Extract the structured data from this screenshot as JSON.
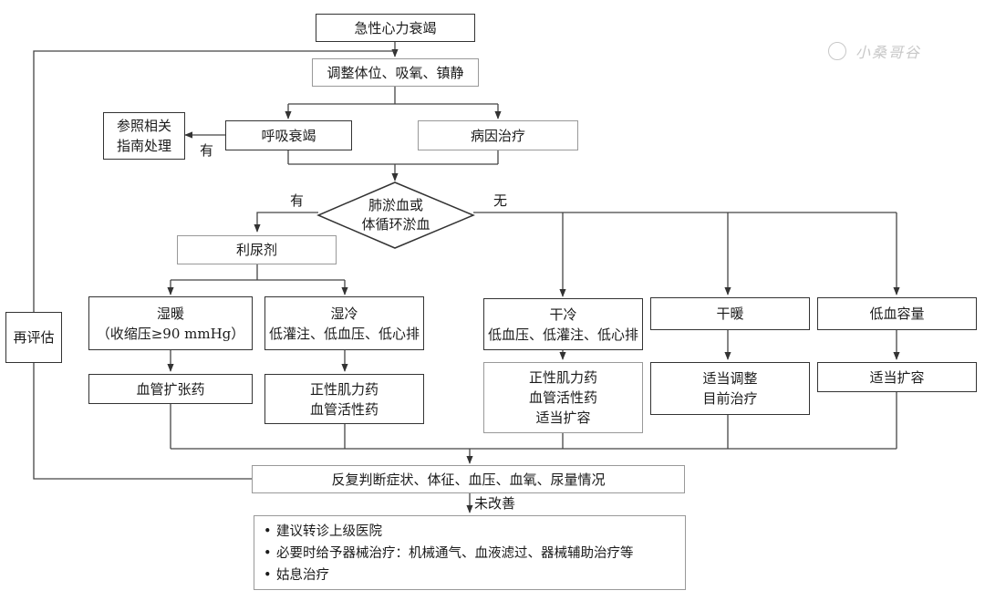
{
  "nodes": {
    "start": "急性心力衰竭",
    "adjust": "调整体位、吸氧、镇静",
    "resp_failure": "呼吸衰竭",
    "etiology": "病因治疗",
    "guideline": [
      "参照相关",
      "指南处理"
    ],
    "decision": [
      "肺淤血或",
      "体循环淤血"
    ],
    "diuretic": "利尿剂",
    "wet_warm": [
      "湿暖",
      "（收缩压≥90 mmHg）"
    ],
    "wet_cold": [
      "湿冷",
      "低灌注、低血压、低心排"
    ],
    "dry_cold": [
      "干冷",
      "低血压、低灌注、低心排"
    ],
    "dry_warm": "干暖",
    "hypovolemia": "低血容量",
    "vasodilator": "血管扩张药",
    "inotrope_vaso": [
      "正性肌力药",
      "血管活性药"
    ],
    "inotrope_vaso_expand": [
      "正性肌力药",
      "血管活性药",
      "适当扩容"
    ],
    "adjust_current": [
      "适当调整",
      "目前治疗"
    ],
    "volume_expand": "适当扩容",
    "reassess": "再评估",
    "repeat_eval": "反复判断症状、体征、血压、血氧、尿量情况",
    "final_items": [
      "建议转诊上级医院",
      "必要时给予器械治疗：机械通气、血液滤过、器械辅助治疗等",
      "姑息治疗"
    ]
  },
  "labels": {
    "yes_resp": "有",
    "yes_decision": "有",
    "no_decision": "无",
    "not_improved": "未改善",
    "bullet": "•"
  },
  "watermark": "小桑哥谷"
}
